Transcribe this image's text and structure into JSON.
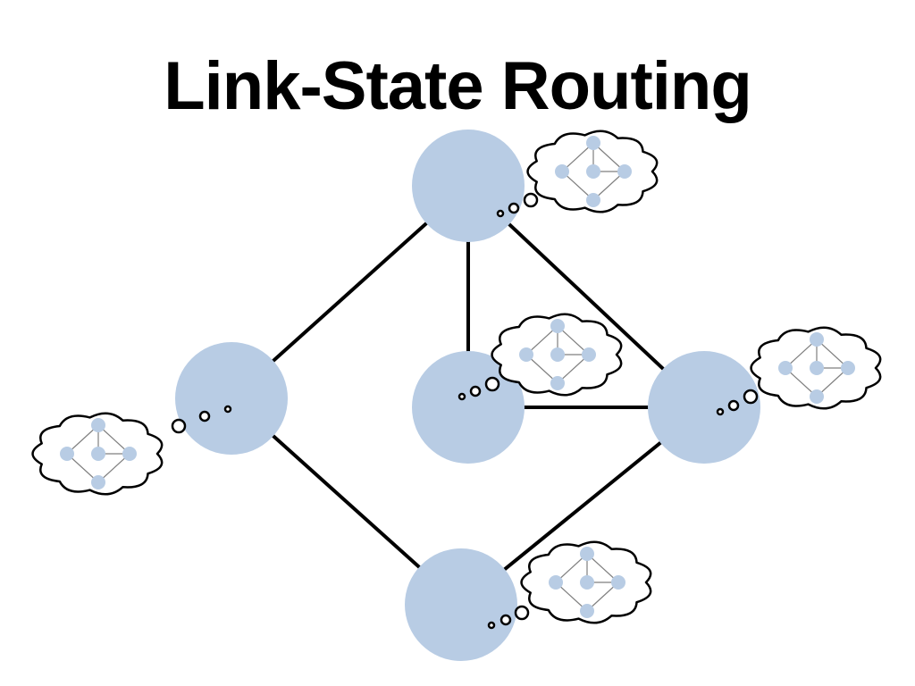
{
  "slide": {
    "title": "Link-State Routing"
  },
  "diagram": {
    "node_count": 5,
    "nodes": [
      "top",
      "left",
      "center",
      "right",
      "bottom"
    ],
    "links": [
      [
        "top",
        "left"
      ],
      [
        "top",
        "center"
      ],
      [
        "top",
        "right"
      ],
      [
        "left",
        "bottom"
      ],
      [
        "center",
        "right"
      ],
      [
        "right",
        "bottom"
      ]
    ],
    "each_node_thought": "full-topology-map",
    "colors": {
      "node_fill": "#b8cce4",
      "link_stroke": "#000000",
      "cloud_stroke": "#000000",
      "map_link_stroke": "#7f7f7f"
    }
  }
}
